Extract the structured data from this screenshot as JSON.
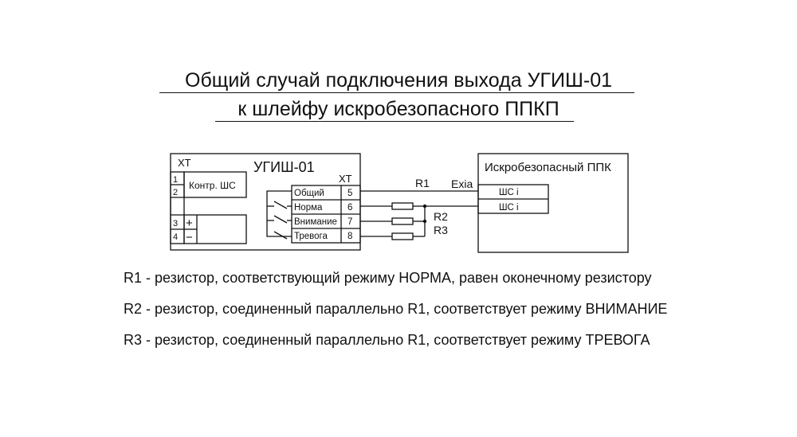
{
  "title": {
    "line1": "Общий случай подключения выхода УГИШ-01",
    "line2": "к шлейфу искробезопасного ППКП"
  },
  "ugish": {
    "xt_label": "ХТ",
    "name": "УГИШ-01",
    "xt2_label": "ХТ",
    "left_terms": [
      "1",
      "2",
      "3",
      "4"
    ],
    "kontr_label": "Контр. ШС",
    "plus": "+",
    "minus": "−",
    "outputs": [
      {
        "label": "Общий",
        "num": "5"
      },
      {
        "label": "Норма",
        "num": "6"
      },
      {
        "label": "Внимание",
        "num": "7"
      },
      {
        "label": "Тревога",
        "num": "8"
      }
    ]
  },
  "wiring": {
    "r1": "R1",
    "exia": "Exia",
    "r2": "R2",
    "r3": "R3"
  },
  "ppk": {
    "title": "Искробезопасный ППК",
    "shs1": "ШС i",
    "shs2": "ШС i"
  },
  "notes": [
    "R1 - резистор, соответствующий режиму НОРМА, равен оконечному резистору",
    "R2 - резистор, соединенный параллельно R1, соответствует режиму ВНИМАНИЕ",
    "R3 - резистор, соединенный параллельно R1, соответствует режиму ТРЕВОГА"
  ]
}
